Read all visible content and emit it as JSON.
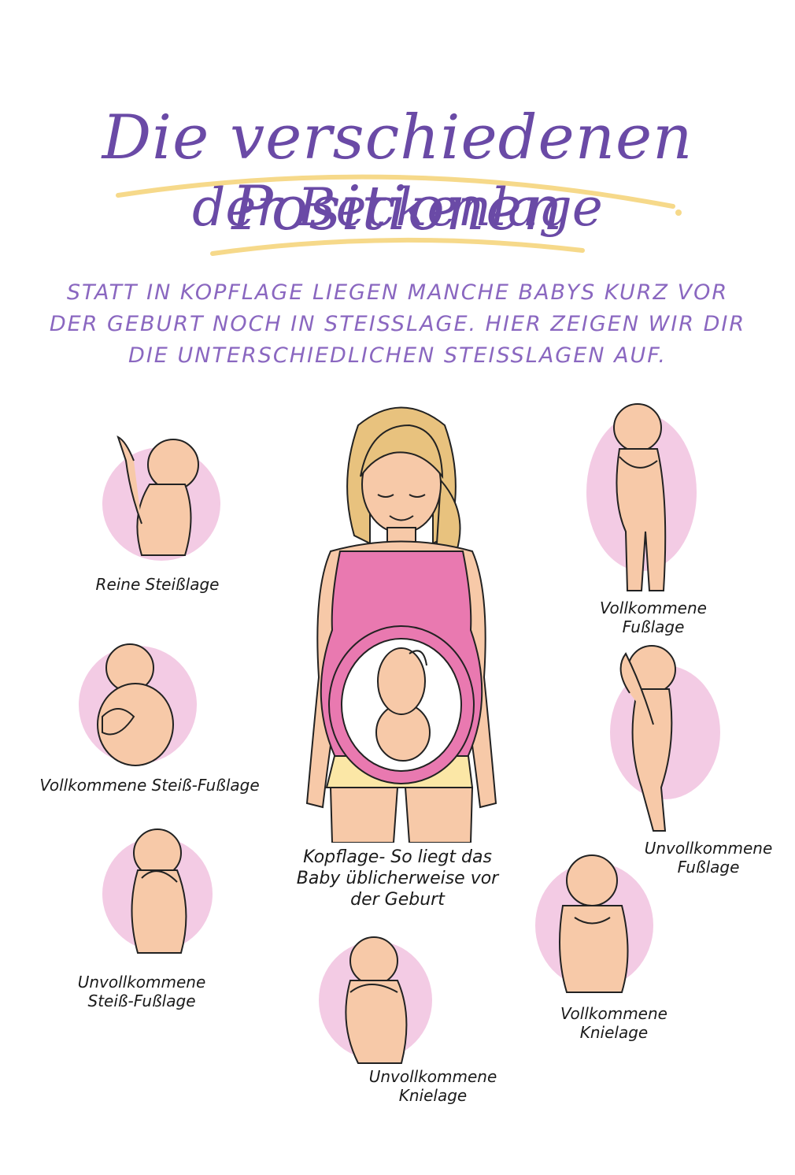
{
  "title": {
    "line1": "Die verschiedenen Positionen",
    "line2": "der Beckenlage"
  },
  "intro": "STATT IN KOPFLAGE LIEGEN MANCHE BABYS KURZ VOR DER GEBURT NOCH IN STEIßLAGE. HIER ZEIGEN WIR DIR DIE UNTERSCHIEDLICHEN STEIßLAGEN AUF.",
  "positions": {
    "reine_steisslage": "Reine Steißlage",
    "vollkommene_steiss_fusslage": "Vollkommene Steiß-Fußlage",
    "unvollkommene_steiss_fusslage": "Unvollkommene\nSteiß-Fußlage",
    "unvollkommene_knielage": "Unvollkommene\nKnielage",
    "vollkommene_knielage": "Vollkommene\nKnielage",
    "unvollkommene_fusslage": "Unvollkommene\nFußlage",
    "vollkommene_fusslage": "Vollkommene\nFußlage",
    "kopflage": "Kopflage- So liegt das\nBaby üblicherweise vor\nder Geburt"
  },
  "colors": {
    "title": "#6a4aa6",
    "intro": "#8a67c0",
    "accent_yellow": "#f6d98a",
    "blob_pink": "#f3cbe4",
    "skin": "#f7c9a8",
    "top_pink": "#e979b0",
    "hair": "#e8c27e"
  }
}
